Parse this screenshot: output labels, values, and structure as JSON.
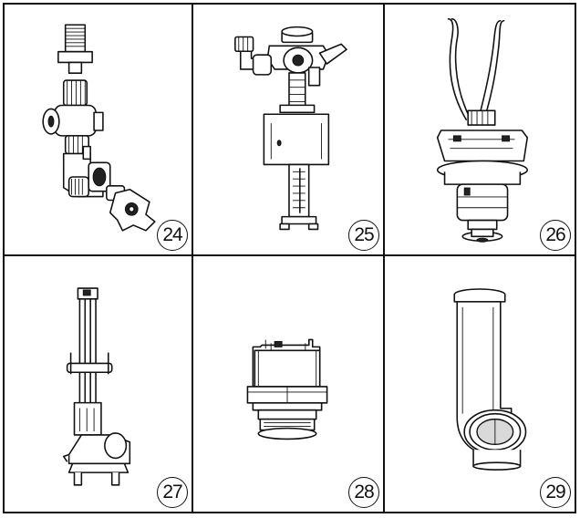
{
  "panels": [
    {
      "number": "24",
      "part_icon": "angle-valve-assembly-icon"
    },
    {
      "number": "25",
      "part_icon": "fill-valve-icon"
    },
    {
      "number": "26",
      "part_icon": "flush-valve-mechanism-icon"
    },
    {
      "number": "27",
      "part_icon": "overflow-flush-valve-icon"
    },
    {
      "number": "28",
      "part_icon": "valve-seat-icon"
    },
    {
      "number": "29",
      "part_icon": "elbow-flush-pipe-icon"
    }
  ],
  "colors": {
    "line": "#111111",
    "background": "#ffffff"
  }
}
